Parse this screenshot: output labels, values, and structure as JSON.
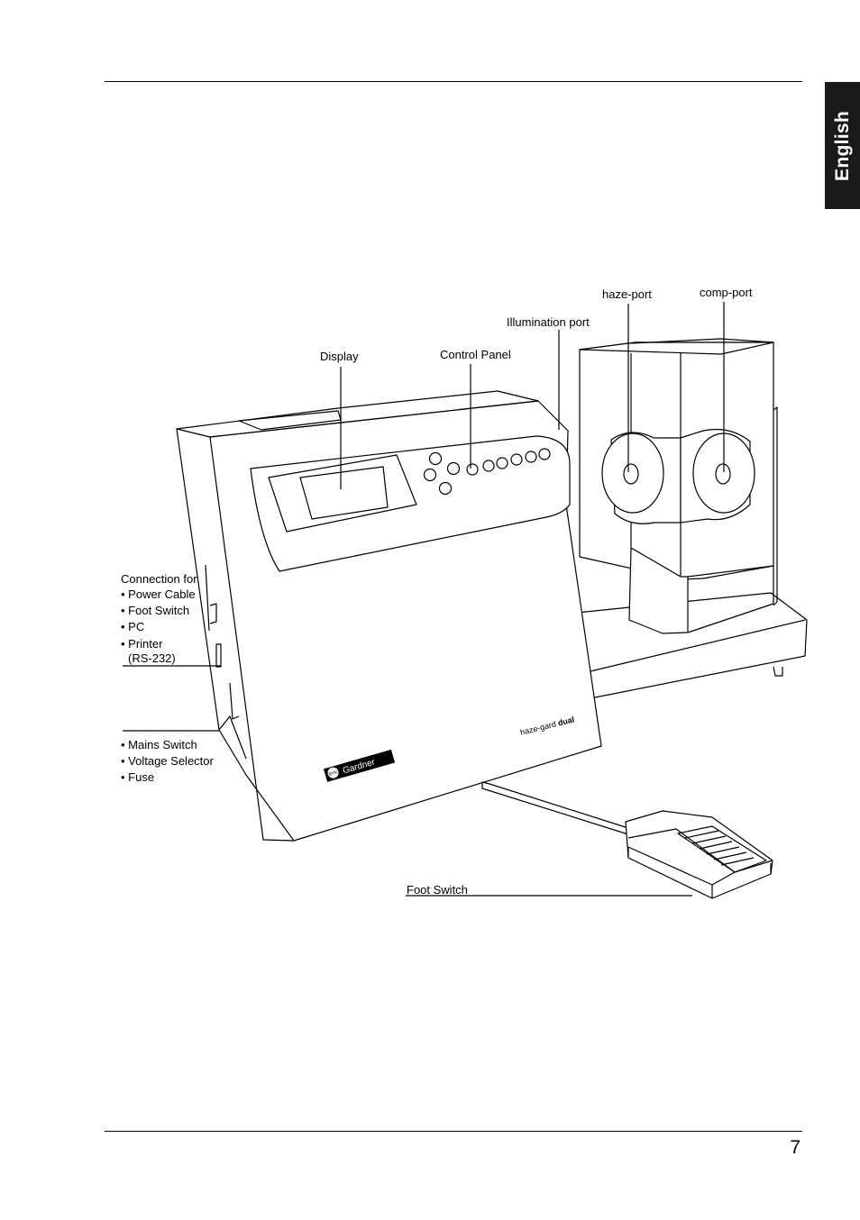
{
  "header": {
    "tab_label": "English"
  },
  "figure": {
    "labels": {
      "haze_port": "haze-port",
      "comp_port": "comp-port",
      "illumination_port": "Illumination port",
      "display": "Display",
      "control_panel": "Control Panel",
      "connection_for": "Connection for",
      "power_cable": "• Power Cable",
      "foot_switch_conn": "• Foot Switch",
      "pc": "• PC",
      "printer": "• Printer",
      "rs232": "(RS-232)",
      "mains_switch": "• Mains Switch",
      "voltage_selector": "• Voltage Selector",
      "fuse": "• Fuse",
      "foot_switch": "Foot Switch"
    },
    "device_model": "haze-gard",
    "device_model_bold": "dual",
    "brand": "Gardner",
    "brand_logo": "BYK"
  },
  "footer": {
    "page_number": "7"
  }
}
